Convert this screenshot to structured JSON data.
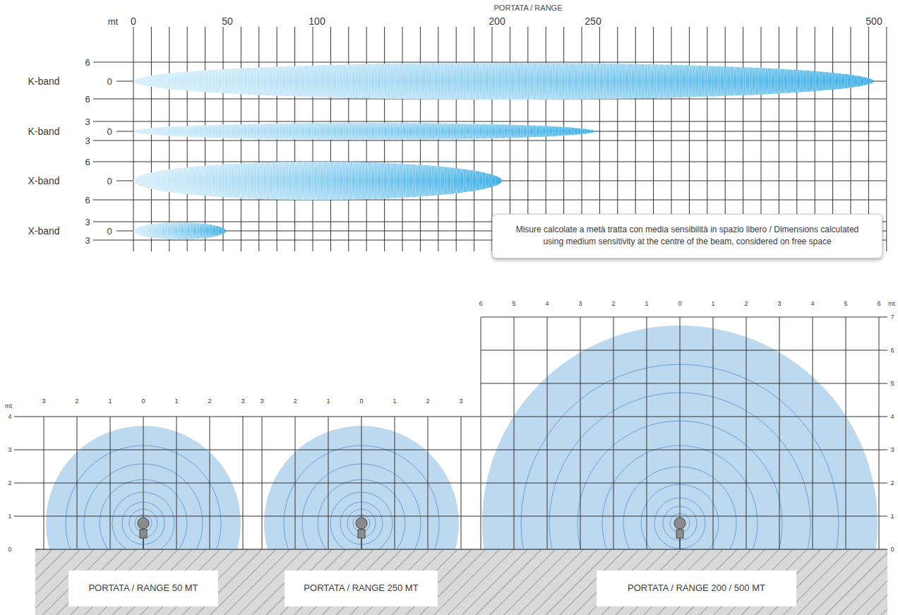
{
  "diagram": {
    "title": "PORTATA / RANGE",
    "nodes": [
      {
        "text": [
          "Misure calcolate a metà tratta con media sensibilità in spazio libero / Dimensions calculated using medium sensitivity at the centre of the beam, considered on free space"
        ]
      },
      {
        "text": [
          "PORTATA / RANGE 50 MT"
        ]
      },
      {
        "text": [
          "PORTATA / RANGE 250 MT"
        ]
      },
      {
        "text": [
          "PORTATA / RANGE 200 / 500 MT"
        ]
      }
    ],
    "labels": [
      "mt",
      "0",
      "50",
      "100",
      "200",
      "250",
      "500",
      "6",
      "K-band",
      "0",
      "6",
      "3",
      "K-band",
      "0",
      "3",
      "6",
      "X-band",
      "0",
      "6",
      "3",
      "X-band",
      "0",
      "3",
      "6",
      "5",
      "4",
      "3",
      "2",
      "1",
      "0",
      "1",
      "2",
      "3",
      "4",
      "5",
      "6",
      "mt",
      "7",
      "6",
      "5",
      "mt",
      "3",
      "2",
      "1",
      "0",
      "1",
      "2",
      "3",
      "3",
      "2",
      "1",
      "0",
      "1",
      "2",
      "3",
      "4",
      "4",
      "3",
      "3",
      "2",
      "2",
      "1",
      "1",
      "0",
      "0"
    ]
  }
}
